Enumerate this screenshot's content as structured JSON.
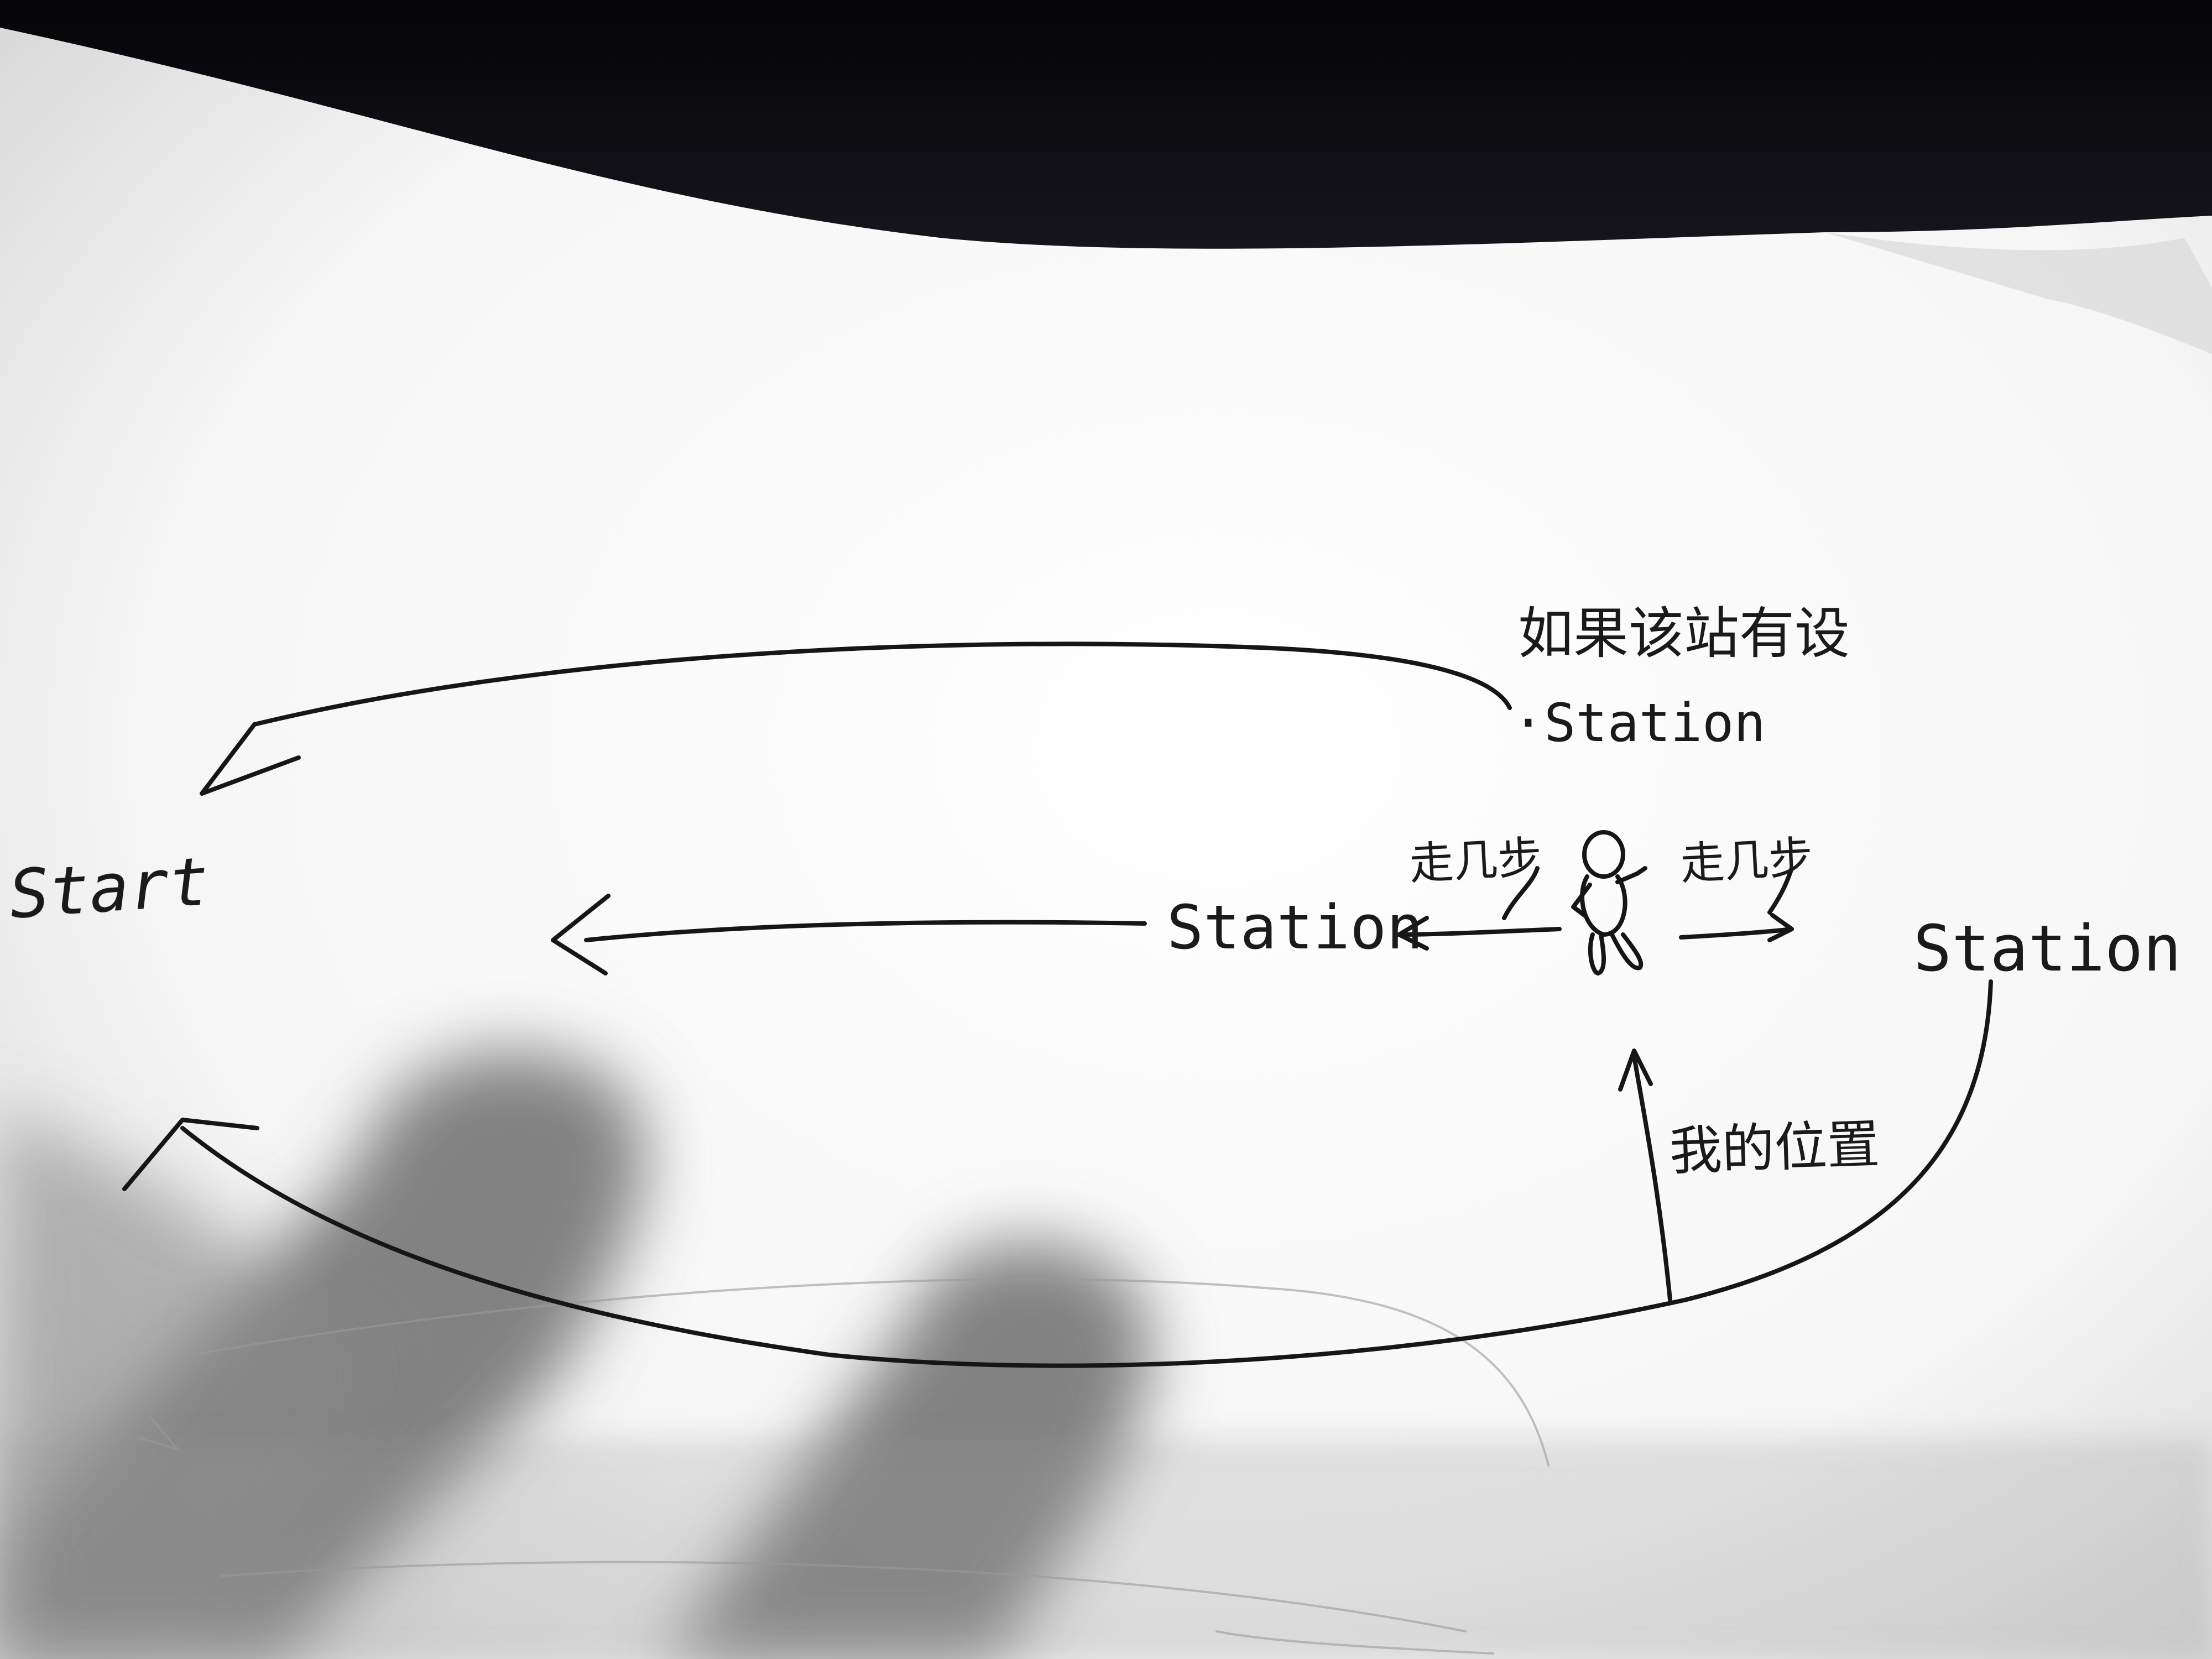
{
  "labels": {
    "start": "Start",
    "station_top": "·Station",
    "station_middle": "Station",
    "station_right": "Station",
    "note_top": "如果该站有设",
    "steps_left": "走几步",
    "steps_right": "走几步",
    "my_position": "我的位置"
  },
  "colors": {
    "paper": "#f7f7f7",
    "ink": "#161616",
    "dark_edge": "#0a0a12",
    "shadow": "#7a7a7a"
  },
  "icons": {
    "person": "stick-figure-icon"
  }
}
